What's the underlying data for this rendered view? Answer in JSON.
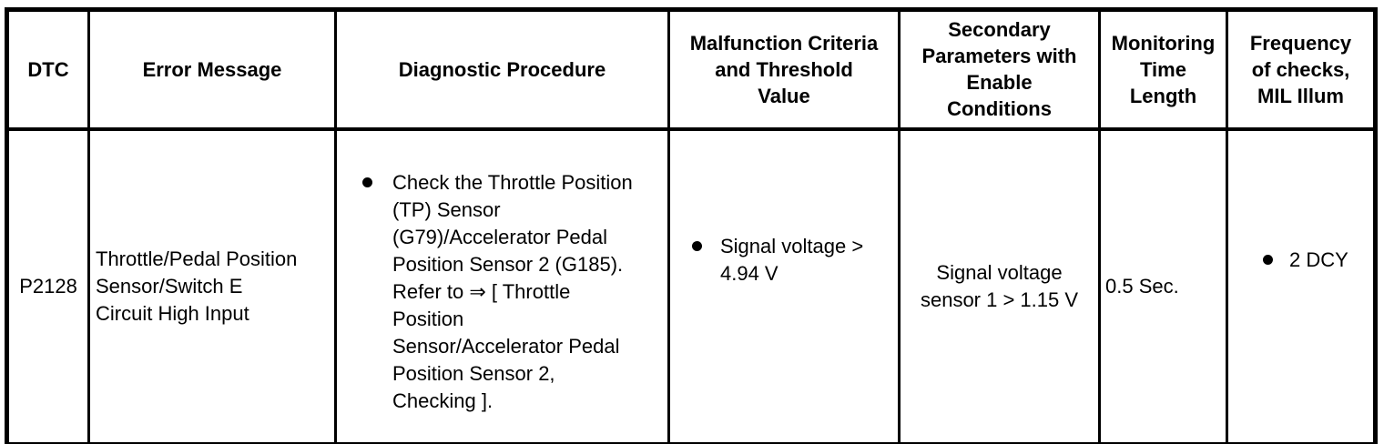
{
  "table": {
    "headers": [
      {
        "id": "dtc",
        "label": "DTC"
      },
      {
        "id": "error_message",
        "label": "Error Message"
      },
      {
        "id": "diagnostic_procedure",
        "label": "Diagnostic Procedure"
      },
      {
        "id": "malfunction_criteria",
        "label": "Malfunction Criteria\nand Threshold\nValue"
      },
      {
        "id": "secondary_parameters",
        "label": "Secondary\nParameters with\nEnable\nConditions"
      },
      {
        "id": "monitoring_time",
        "label": "Monitoring\nTime\nLength"
      },
      {
        "id": "frequency",
        "label": "Frequency\nof checks,\nMIL Illum"
      }
    ],
    "row": {
      "dtc": "P2128",
      "error_message": "Throttle/Pedal Position\nSensor/Switch E\nCircuit High Input",
      "diagnostic_procedure": "Check the Throttle Position\n(TP) Sensor\n(G79)/Accelerator Pedal\nPosition Sensor 2 (G185).\nRefer to ⇒ [ Throttle\nPosition\nSensor/Accelerator Pedal\nPosition Sensor 2,\nChecking ].",
      "malfunction_criteria": "Signal voltage >\n4.94 V",
      "secondary_parameters": "Signal voltage\nsensor 1 > 1.15 V",
      "monitoring_time": "0.5 Sec.",
      "frequency": "2 DCY"
    },
    "colors": {
      "border": "#000000",
      "text": "#000000",
      "background": "#ffffff"
    }
  }
}
